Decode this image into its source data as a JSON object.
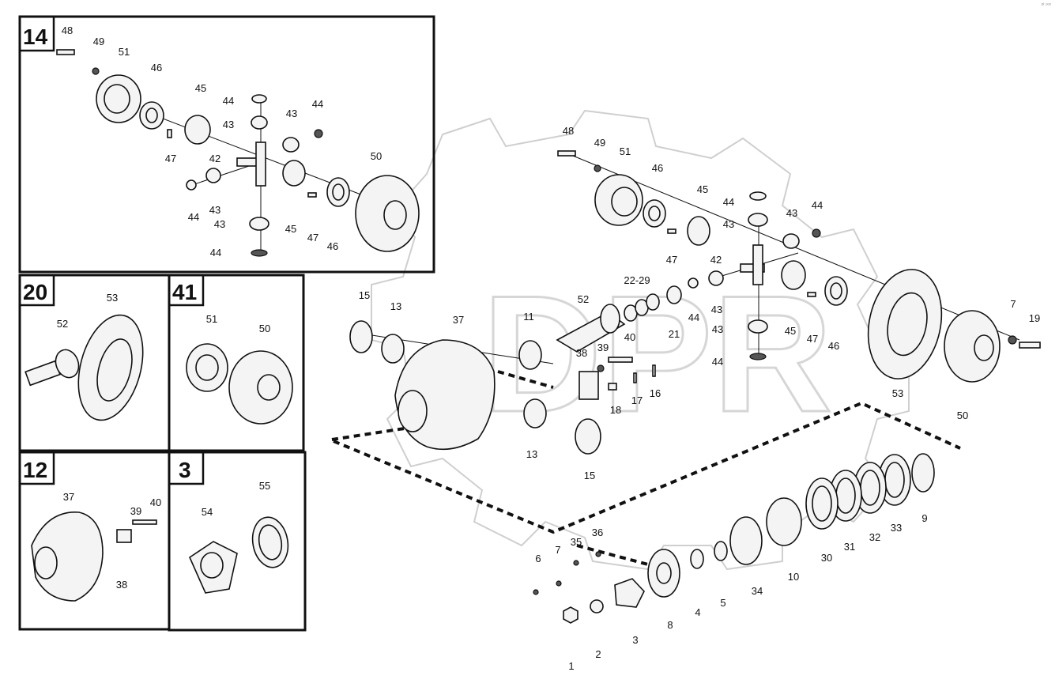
{
  "corner_mark": "ᵖᵗ ᵒᵒᵒ",
  "watermark": "DPR",
  "insets": [
    {
      "id": "box-14",
      "number": "14"
    },
    {
      "id": "box-20",
      "number": "20"
    },
    {
      "id": "box-41",
      "number": "41"
    },
    {
      "id": "box-12",
      "number": "12"
    },
    {
      "id": "box-3",
      "number": "3"
    }
  ],
  "callouts": {
    "b14": [
      "48",
      "49",
      "51",
      "46",
      "45",
      "44",
      "43",
      "43",
      "44",
      "47",
      "42",
      "50",
      "44",
      "43",
      "43",
      "45",
      "47",
      "46",
      "44"
    ],
    "b20": [
      "53",
      "52"
    ],
    "b41": [
      "51",
      "50"
    ],
    "b12": [
      "37",
      "39",
      "40",
      "38"
    ],
    "b3": [
      "55",
      "54"
    ],
    "main": [
      "48",
      "49",
      "51",
      "46",
      "45",
      "44",
      "43",
      "43",
      "44",
      "42",
      "47",
      "45",
      "43",
      "44",
      "43",
      "47",
      "46",
      "22-29",
      "52",
      "21",
      "44",
      "15",
      "13",
      "37",
      "11",
      "40",
      "39",
      "38",
      "16",
      "17",
      "18",
      "13",
      "15",
      "53",
      "7",
      "19",
      "50",
      "9",
      "33",
      "32",
      "31",
      "30",
      "10",
      "34",
      "5",
      "4",
      "8",
      "36",
      "35",
      "7",
      "6",
      "3",
      "2",
      "1"
    ]
  }
}
